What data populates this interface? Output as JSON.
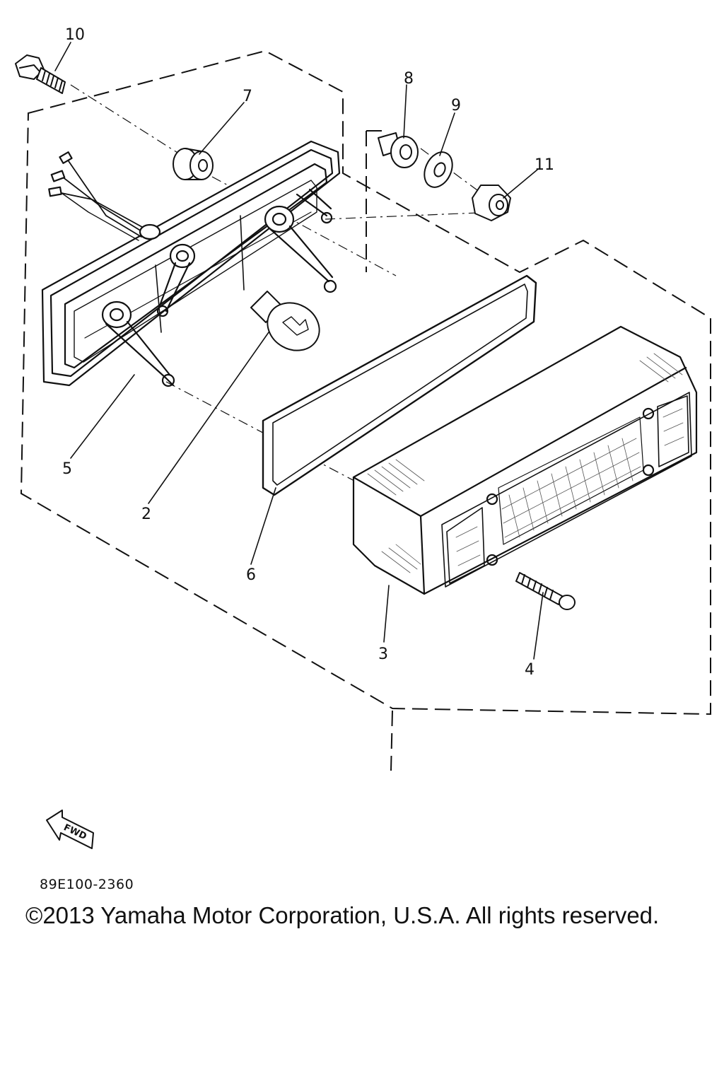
{
  "diagram": {
    "callouts": {
      "c2": "2",
      "c3": "3",
      "c4": "4",
      "c5": "5",
      "c6": "6",
      "c7": "7",
      "c8": "8",
      "c9": "9",
      "c10": "10",
      "c11": "11"
    },
    "fwd_label": "FWD"
  },
  "footer": {
    "part_code": "89E100-2360",
    "copyright": "©2013 Yamaha Motor Corporation, U.S.A. All rights reserved."
  }
}
